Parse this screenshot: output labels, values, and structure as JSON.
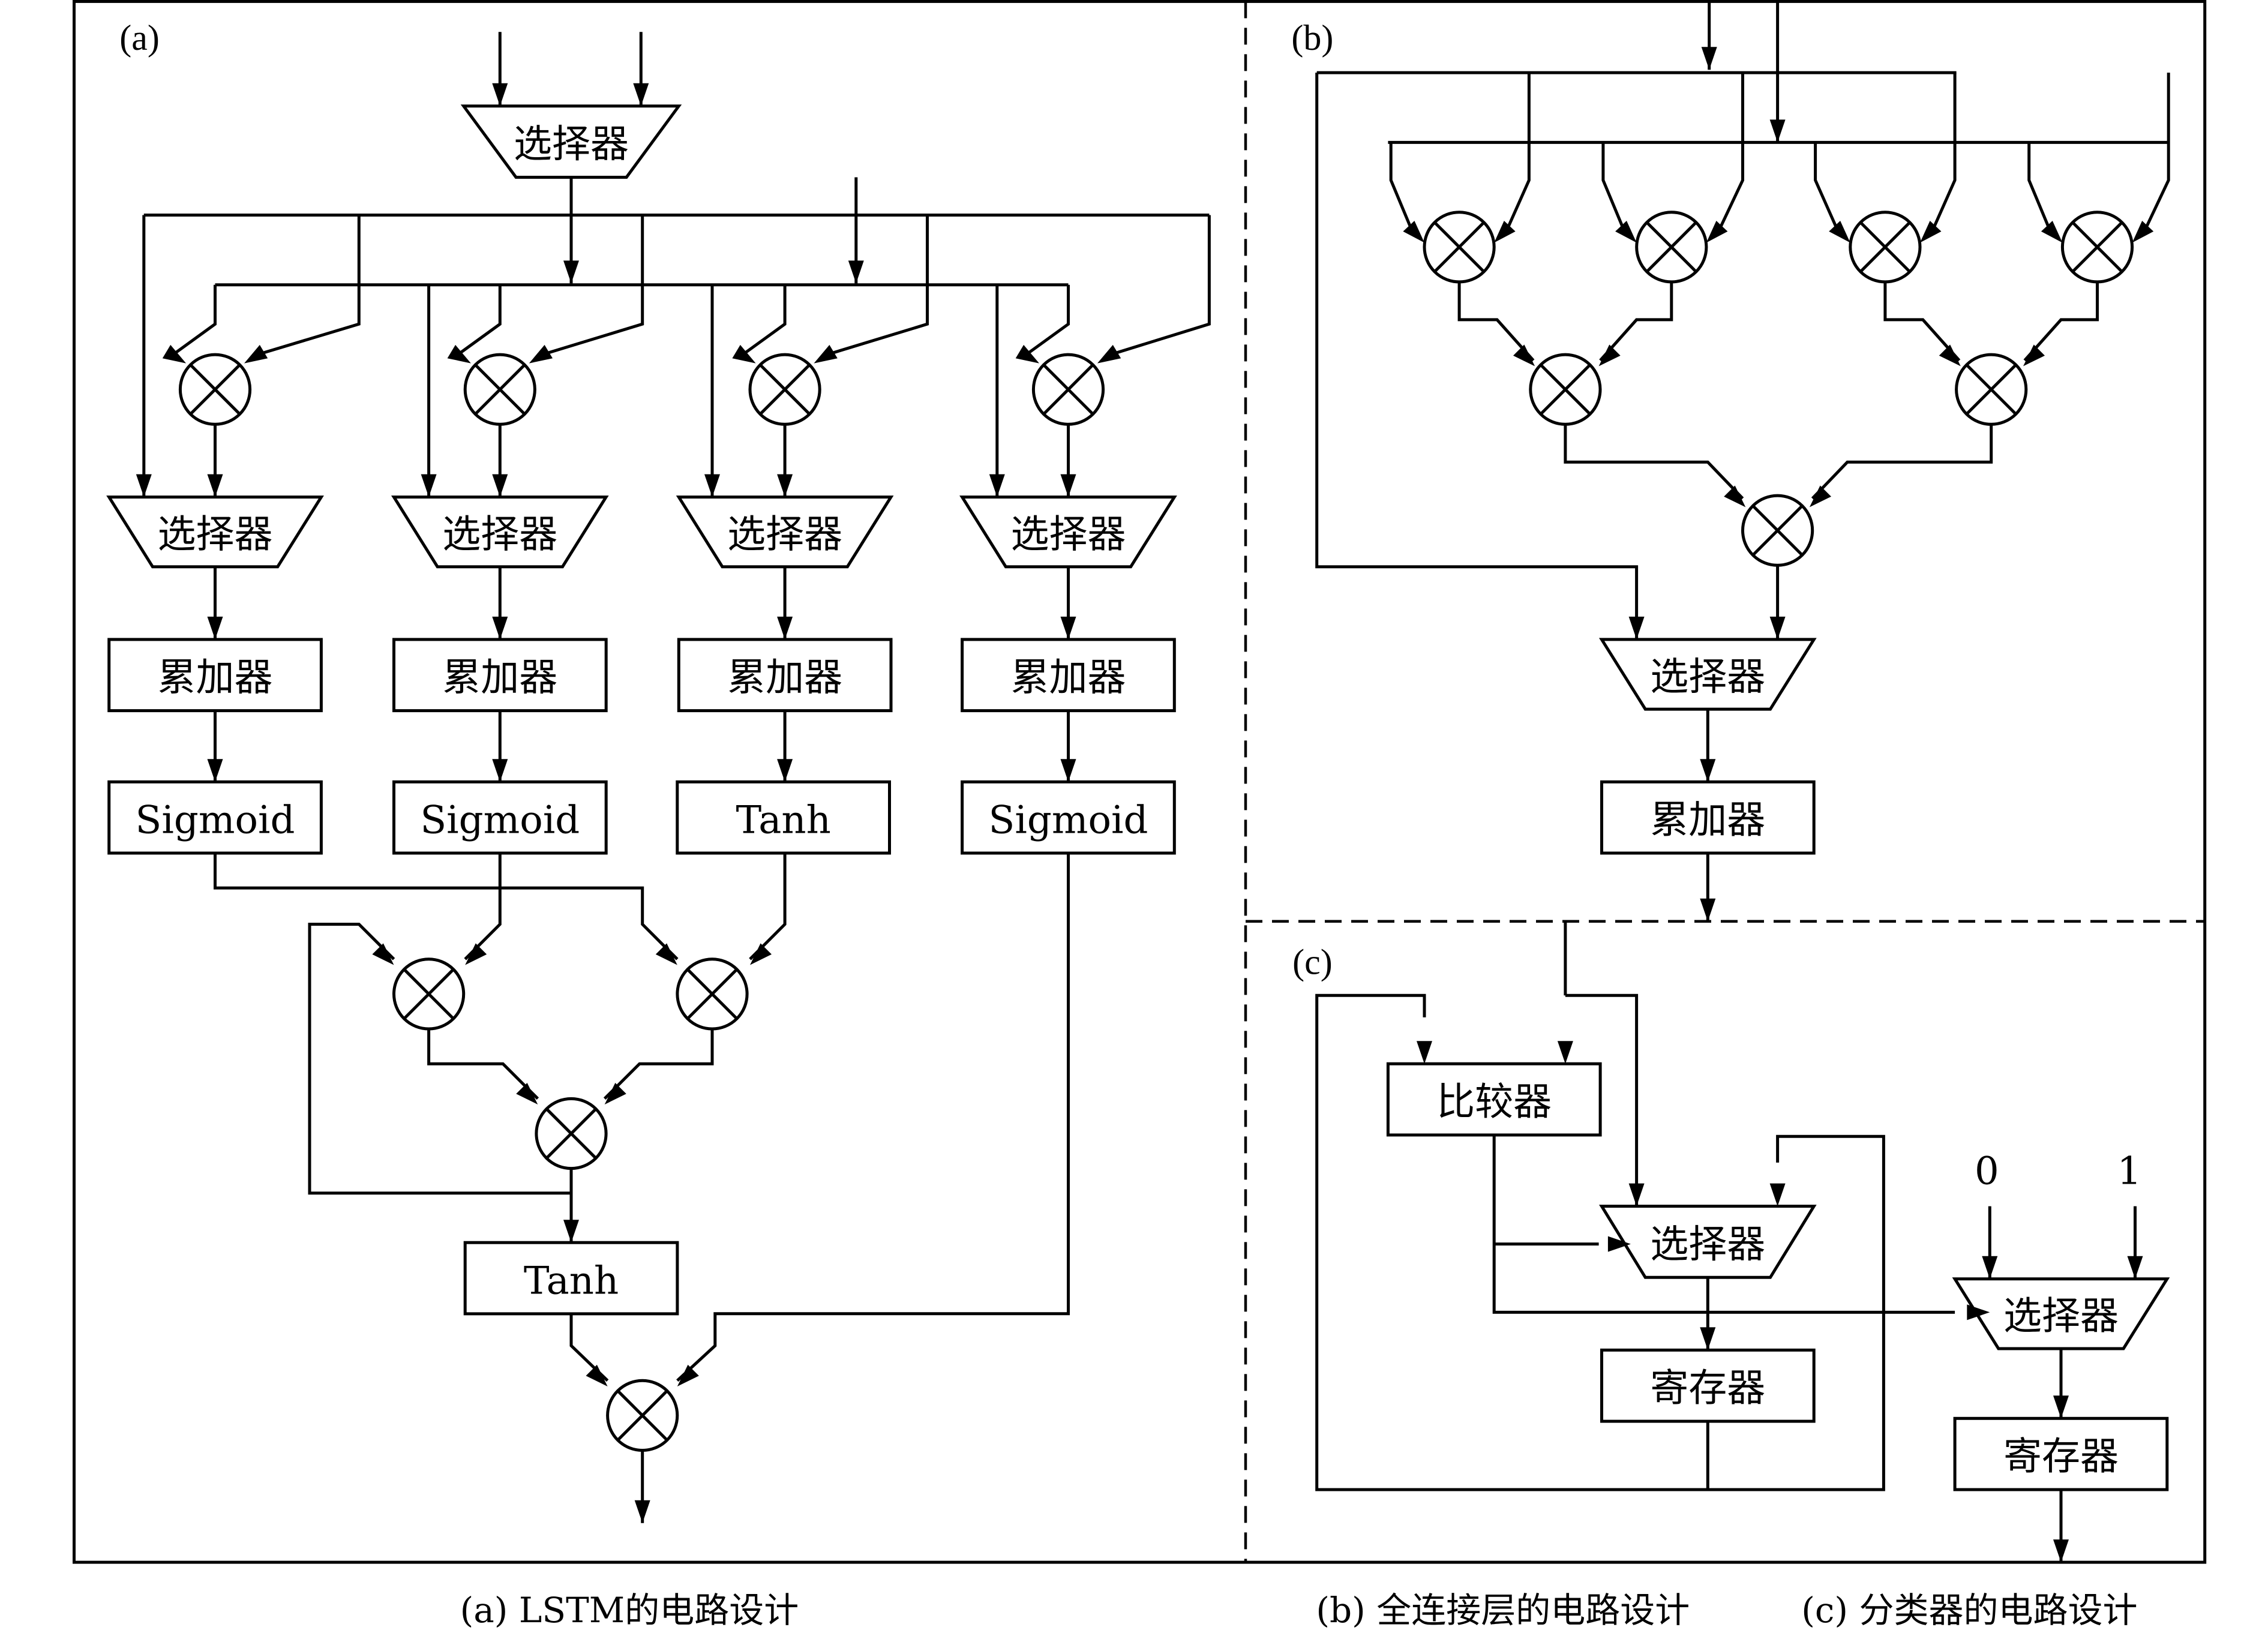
{
  "panels": {
    "a_tag": "(a)",
    "b_tag": "(b)",
    "c_tag": "(c)"
  },
  "labels": {
    "selector": "选择器",
    "accumulator": "累加器",
    "sigmoid": "Sigmoid",
    "tanh": "Tanh",
    "comparator": "比较器",
    "register": "寄存器",
    "zero": "0",
    "one": "1"
  },
  "captions": {
    "a": "(a) LSTM的电路设计",
    "b": "(b) 全连接层的电路设计",
    "c": "(c) 分类器的电路设计"
  }
}
